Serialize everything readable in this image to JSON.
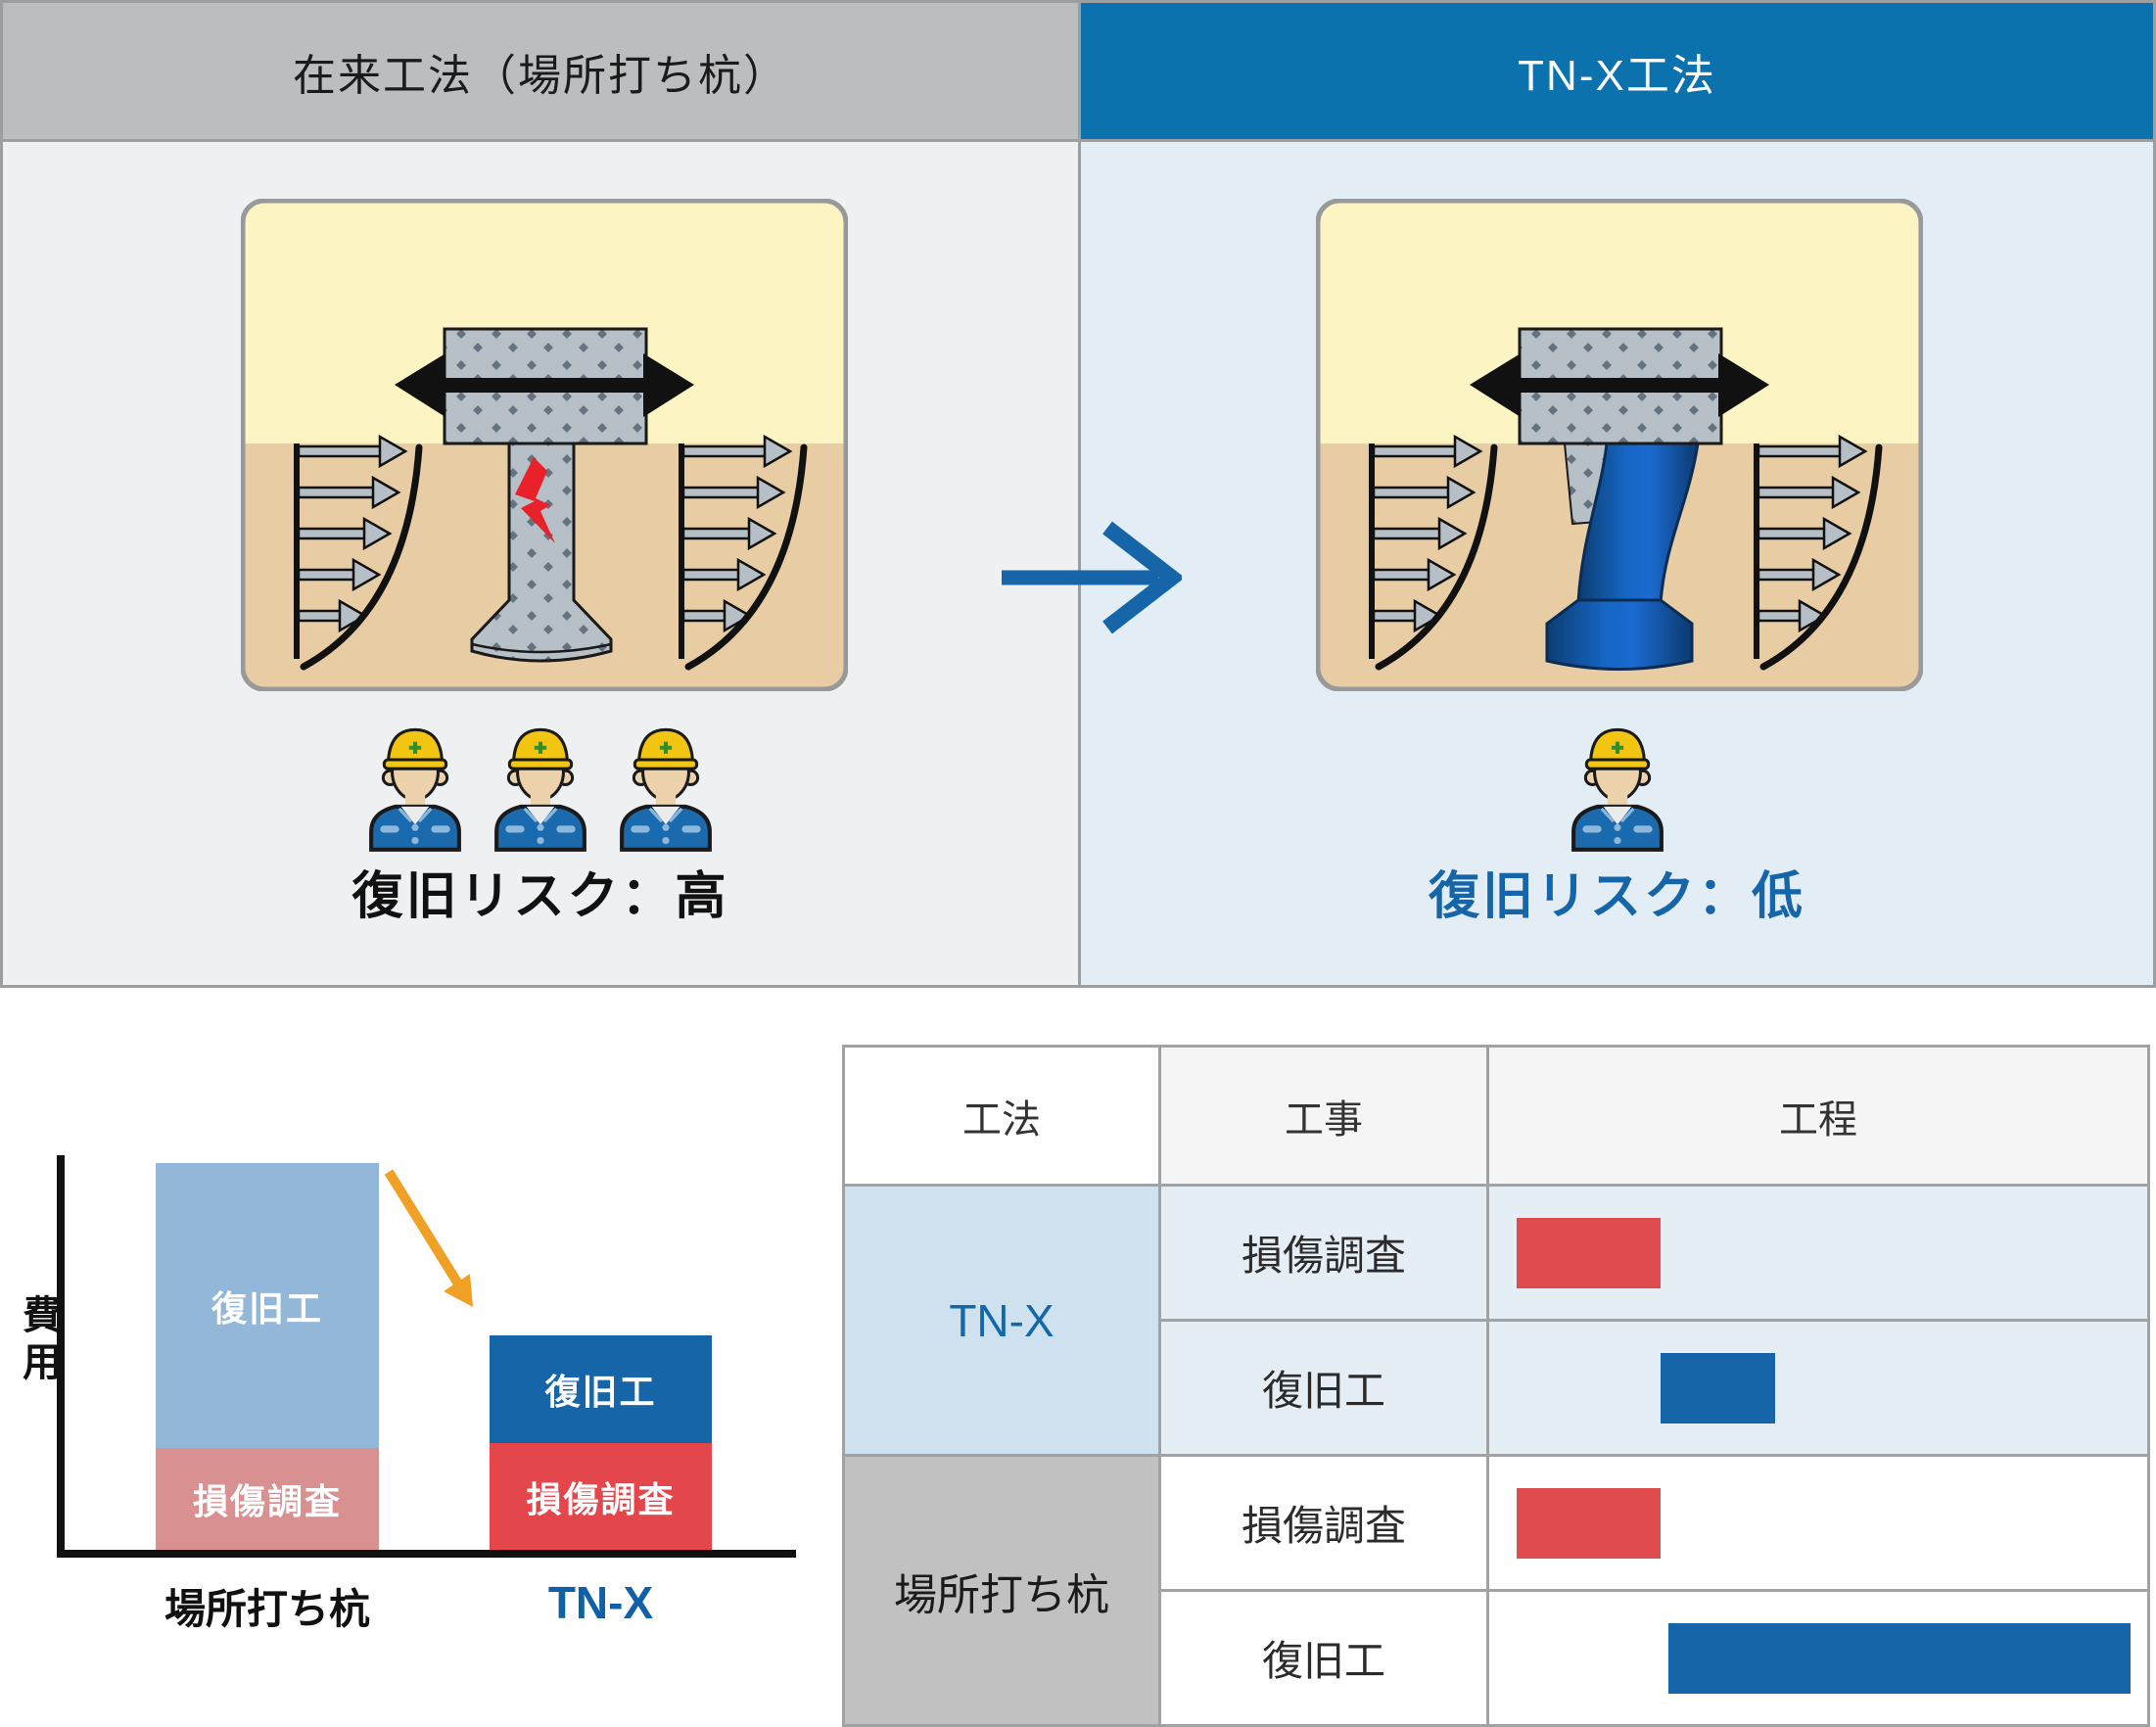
{
  "top": {
    "left_panel": {
      "header": "在来工法（場所打ち杭）",
      "risk_label": "復旧リスク：高",
      "workers": 3
    },
    "right_panel": {
      "header": "TN-X工法",
      "risk_label": "復旧リスク：低",
      "workers": 1
    }
  },
  "colors": {
    "header_blue": "#0c72ad",
    "header_gray": "#bcbdbe",
    "risk_low_blue": "#1565a8",
    "transition_arrow_blue": "#1565a8",
    "cost_arrow_orange": "#f0a125",
    "conv_recovery_lightblue": "#92b7d8",
    "conv_survey_pink": "#d99091",
    "tnx_recovery_blue": "#1565a8",
    "tnx_survey_red": "#e4474b",
    "red": "#e04b4e",
    "blue": "#1565a8"
  },
  "chart_data": [
    {
      "type": "bar",
      "title": "",
      "ylabel": "費用",
      "xlabel": "",
      "categories": [
        "場所打ち杭",
        "TN-X"
      ],
      "stacked": true,
      "grid": false,
      "legend": false,
      "series": [
        {
          "name": "損傷調査",
          "values": [
            1.0,
            1.05
          ],
          "colors": [
            "#d99091",
            "#e4474b"
          ]
        },
        {
          "name": "復旧工",
          "values": [
            2.8,
            1.06
          ],
          "colors": [
            "#92b7d8",
            "#1565a8"
          ]
        }
      ],
      "annotation": "orange arrow showing cost decrease from 場所打ち杭 to TN-X"
    },
    {
      "type": "table",
      "columns": [
        "工法",
        "工事",
        "工程"
      ],
      "groups": [
        {
          "method": "TN-X",
          "rows": [
            {
              "work": "損傷調査",
              "bar": {
                "color": "red",
                "start": 0.041,
                "duration": 0.219
              }
            },
            {
              "work": "復旧工",
              "bar": {
                "color": "blue",
                "start": 0.26,
                "duration": 0.175
              }
            }
          ]
        },
        {
          "method": "場所打ち杭",
          "rows": [
            {
              "work": "損傷調査",
              "bar": {
                "color": "red",
                "start": 0.041,
                "duration": 0.219
              }
            },
            {
              "work": "復旧工",
              "bar": {
                "color": "blue",
                "start": 0.272,
                "duration": 0.702
              }
            }
          ]
        }
      ]
    }
  ]
}
